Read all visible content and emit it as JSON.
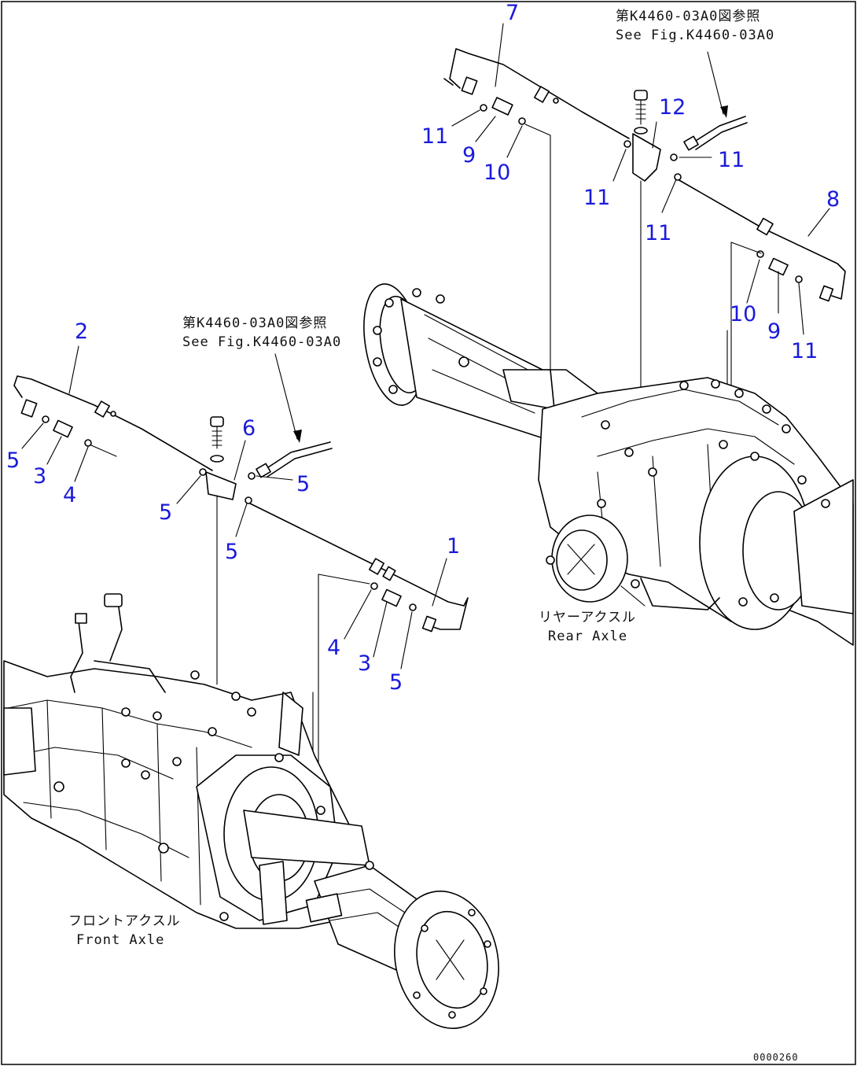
{
  "callouts": {
    "c1": "1",
    "c2": "2",
    "c3a": "3",
    "c3b": "3",
    "c4a": "4",
    "c4b": "4",
    "c5a": "5",
    "c5b": "5",
    "c5c": "5",
    "c5d": "5",
    "c5e": "5",
    "c6": "6",
    "c7": "7",
    "c8": "8",
    "c9a": "9",
    "c9b": "9",
    "c10a": "10",
    "c10b": "10",
    "c11a": "11",
    "c11b": "11",
    "c11c": "11",
    "c11d": "11",
    "c11e": "11",
    "c12": "12"
  },
  "references": {
    "top_jp": "第K4460-03A0図参照",
    "top_en": "See Fig.K4460-03A0",
    "left_jp": "第K4460-03A0図参照",
    "left_en": "See Fig.K4460-03A0"
  },
  "labels": {
    "rear_jp": "リヤーアクスル",
    "rear_en": "Rear Axle",
    "front_jp": "フロントアクスル",
    "front_en": "Front Axle"
  },
  "code": "0000260",
  "colors": {
    "callout": "#1a1adb",
    "line": "#000000",
    "background": "#ffffff"
  }
}
